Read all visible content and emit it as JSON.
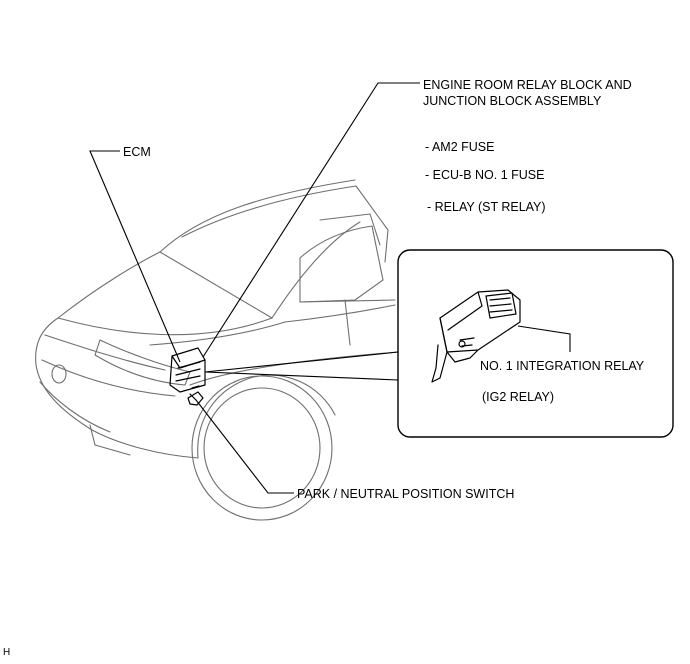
{
  "labels": {
    "relay_block_line1": "ENGINE ROOM RELAY BLOCK AND",
    "relay_block_line2": "JUNCTION BLOCK ASSEMBLY",
    "am2_fuse": "- AM2 FUSE",
    "ecub_fuse": "- ECU-B NO. 1 FUSE",
    "st_relay": "-  RELAY (ST RELAY)",
    "ecm": "ECM",
    "integration_relay": "NO. 1 INTEGRATION RELAY",
    "ig2_relay": "(IG2 RELAY)",
    "park_neutral_switch": "PARK / NEUTRAL POSITION SWITCH",
    "corner_mark": "H"
  }
}
